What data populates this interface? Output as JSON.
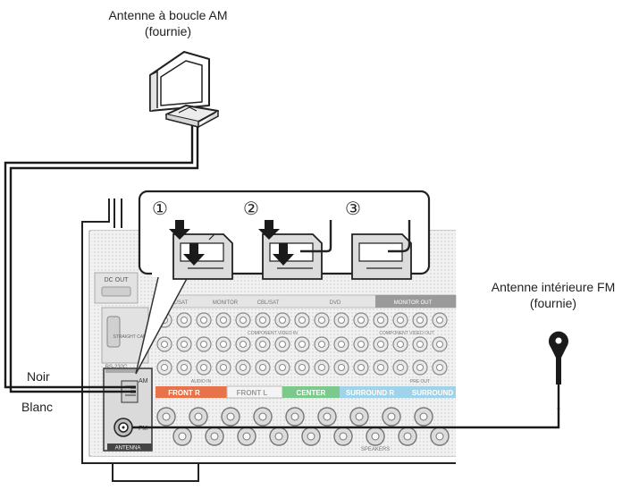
{
  "labels": {
    "am_antenna_line1": "Antenne à boucle AM",
    "am_antenna_line2": "(fournie)",
    "fm_antenna_line1": "Antenne intérieure FM",
    "fm_antenna_line2": "(fournie)",
    "wire_black": "Noir",
    "wire_white": "Blanc"
  },
  "steps": [
    "①",
    "②",
    "③"
  ],
  "panel": {
    "antenna": "ANTENNA",
    "am": "AM",
    "fm": "FM",
    "dc_out": "DC OUT",
    "rs232c": "RS-232C",
    "straight_cable": "STRAIGHT CABLE",
    "cbl_sat": "CBL/SAT",
    "monitor": "MONITOR",
    "dvd": "DVD",
    "monitor_out": "MONITOR OUT",
    "component_video_in": "COMPONENT VIDEO IN",
    "component_video_out": "COMPONENT VIDEO OUT",
    "audio_in": "AUDIO IN",
    "pre_out": "PRE OUT",
    "speakers": "SPEAKERS",
    "front_r": "FRONT R",
    "front_l": "FRONT L",
    "center": "CENTER",
    "surround_r": "SURROUND R",
    "surround_l": "SURROUND"
  },
  "colors": {
    "front_r": "#e8724a",
    "front_l": "#ffffff",
    "center": "#7cc98c",
    "surround_r": "#9fd3ea",
    "surround_l": "#9fd3ea",
    "wire": "#1a1a1a",
    "panel_fill": "#e6e6e6",
    "terminal_fill": "#dcdcdc"
  }
}
